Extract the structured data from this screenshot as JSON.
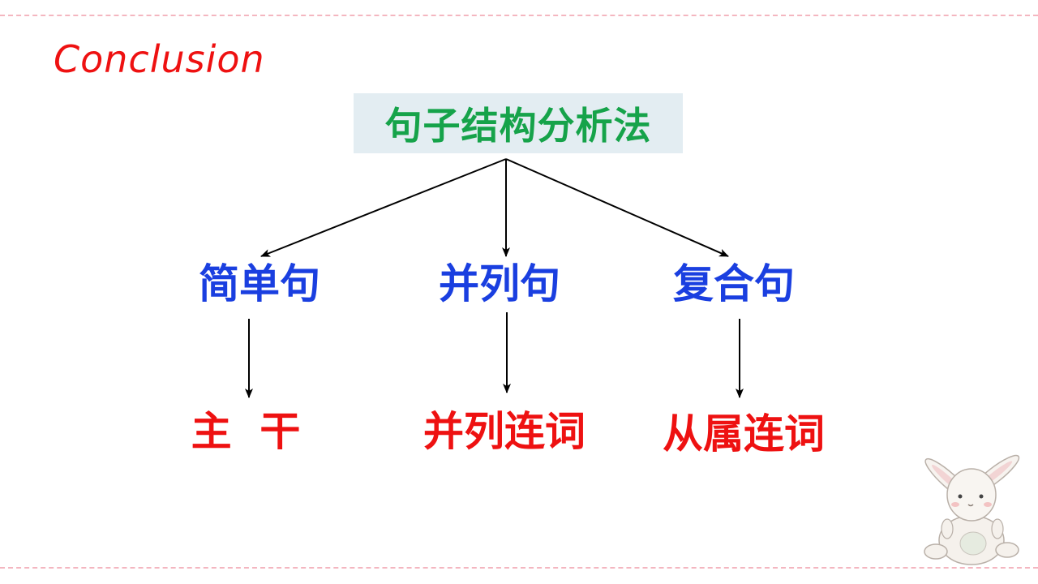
{
  "slide": {
    "title": "Conclusion",
    "root": "句子结构分析法",
    "categories": [
      {
        "label": "简单句",
        "detail": "主  干"
      },
      {
        "label": "并列句",
        "detail": "并列连词"
      },
      {
        "label": "复合句",
        "detail": "从属连词"
      }
    ]
  },
  "colors": {
    "title": "#ee1111",
    "root_text": "#16a34a",
    "root_bg": "#e3edf2",
    "category": "#1a3fe0",
    "detail": "#ee1111",
    "dash": "#f4b6c0"
  },
  "decoration": {
    "illustration": "bunny-illustration"
  }
}
